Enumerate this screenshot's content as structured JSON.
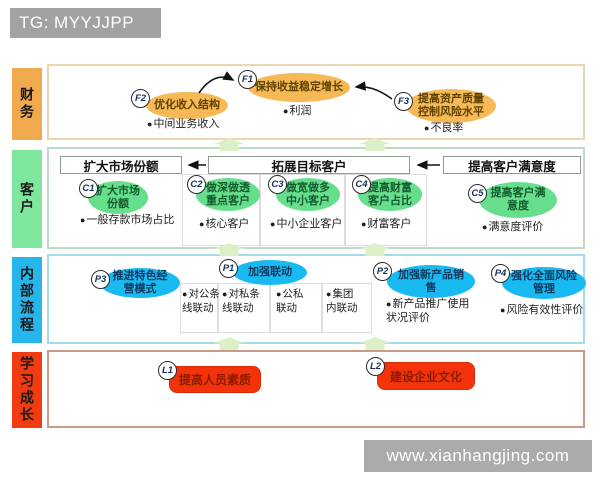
{
  "banners": {
    "top": "TG: MYYJJPP",
    "bottom": "www.xianhangjing.com"
  },
  "colors": {
    "finance_accent": "#F1A94E",
    "finance_node": "#F7B955",
    "customer_accent": "#7DE79D",
    "customer_node": "#66DE8C",
    "process_accent": "#26B6EB",
    "process_node": "#19B9F1",
    "learning_accent": "#F23B10",
    "learning_node": "#F5330A",
    "banner_gray": "#A9A9A9",
    "section_arrow_green": "#DCF0C8"
  },
  "finance": {
    "label": "财务",
    "f1": {
      "id": "F1",
      "title": "保持收益稳定增长",
      "measure": "利润"
    },
    "f2": {
      "id": "F2",
      "title": "优化收入结构",
      "measure": "中间业务收入"
    },
    "f3": {
      "id": "F3",
      "title": "提高资产质量\n控制风险水平",
      "measure": "不良率"
    }
  },
  "customer": {
    "label": "客户",
    "headers": {
      "h1": "扩大市场份额",
      "h2": "拓展目标客户",
      "h3": "提高客户满意度"
    },
    "c1": {
      "id": "C1",
      "title": "扩大市场\n份额",
      "measure": "一般存款市场占比"
    },
    "c2": {
      "id": "C2",
      "title": "做深做透\n重点客户",
      "measure": "核心客户"
    },
    "c3": {
      "id": "C3",
      "title": "做宽做多\n中小客户",
      "measure": "中小企业客户"
    },
    "c4": {
      "id": "C4",
      "title": "提高财富\n客户占比",
      "measure": "财富客户"
    },
    "c5": {
      "id": "C5",
      "title": "提高客户满\n意度",
      "measure": "满意度评价"
    }
  },
  "process": {
    "label": "内部流程",
    "p3": {
      "id": "P3",
      "title": "推进特色经\n营模式"
    },
    "p1": {
      "id": "P1",
      "title": "加强联动",
      "measures": {
        "m1": "对公条\n线联动",
        "m2": "对私条\n线联动",
        "m3": "公私\n联动",
        "m4": "集团\n内联动"
      }
    },
    "p2": {
      "id": "P2",
      "title": "加强新产品销\n售",
      "measure": "新产品推广使用\n状况评价"
    },
    "p4": {
      "id": "P4",
      "title": "强化全面风险\n管理",
      "measure": "风险有效性评价"
    }
  },
  "learning": {
    "label": "学习成长",
    "l1": {
      "id": "L1",
      "title": "提高人员素质"
    },
    "l2": {
      "id": "L2",
      "title": "建设企业文化"
    }
  }
}
